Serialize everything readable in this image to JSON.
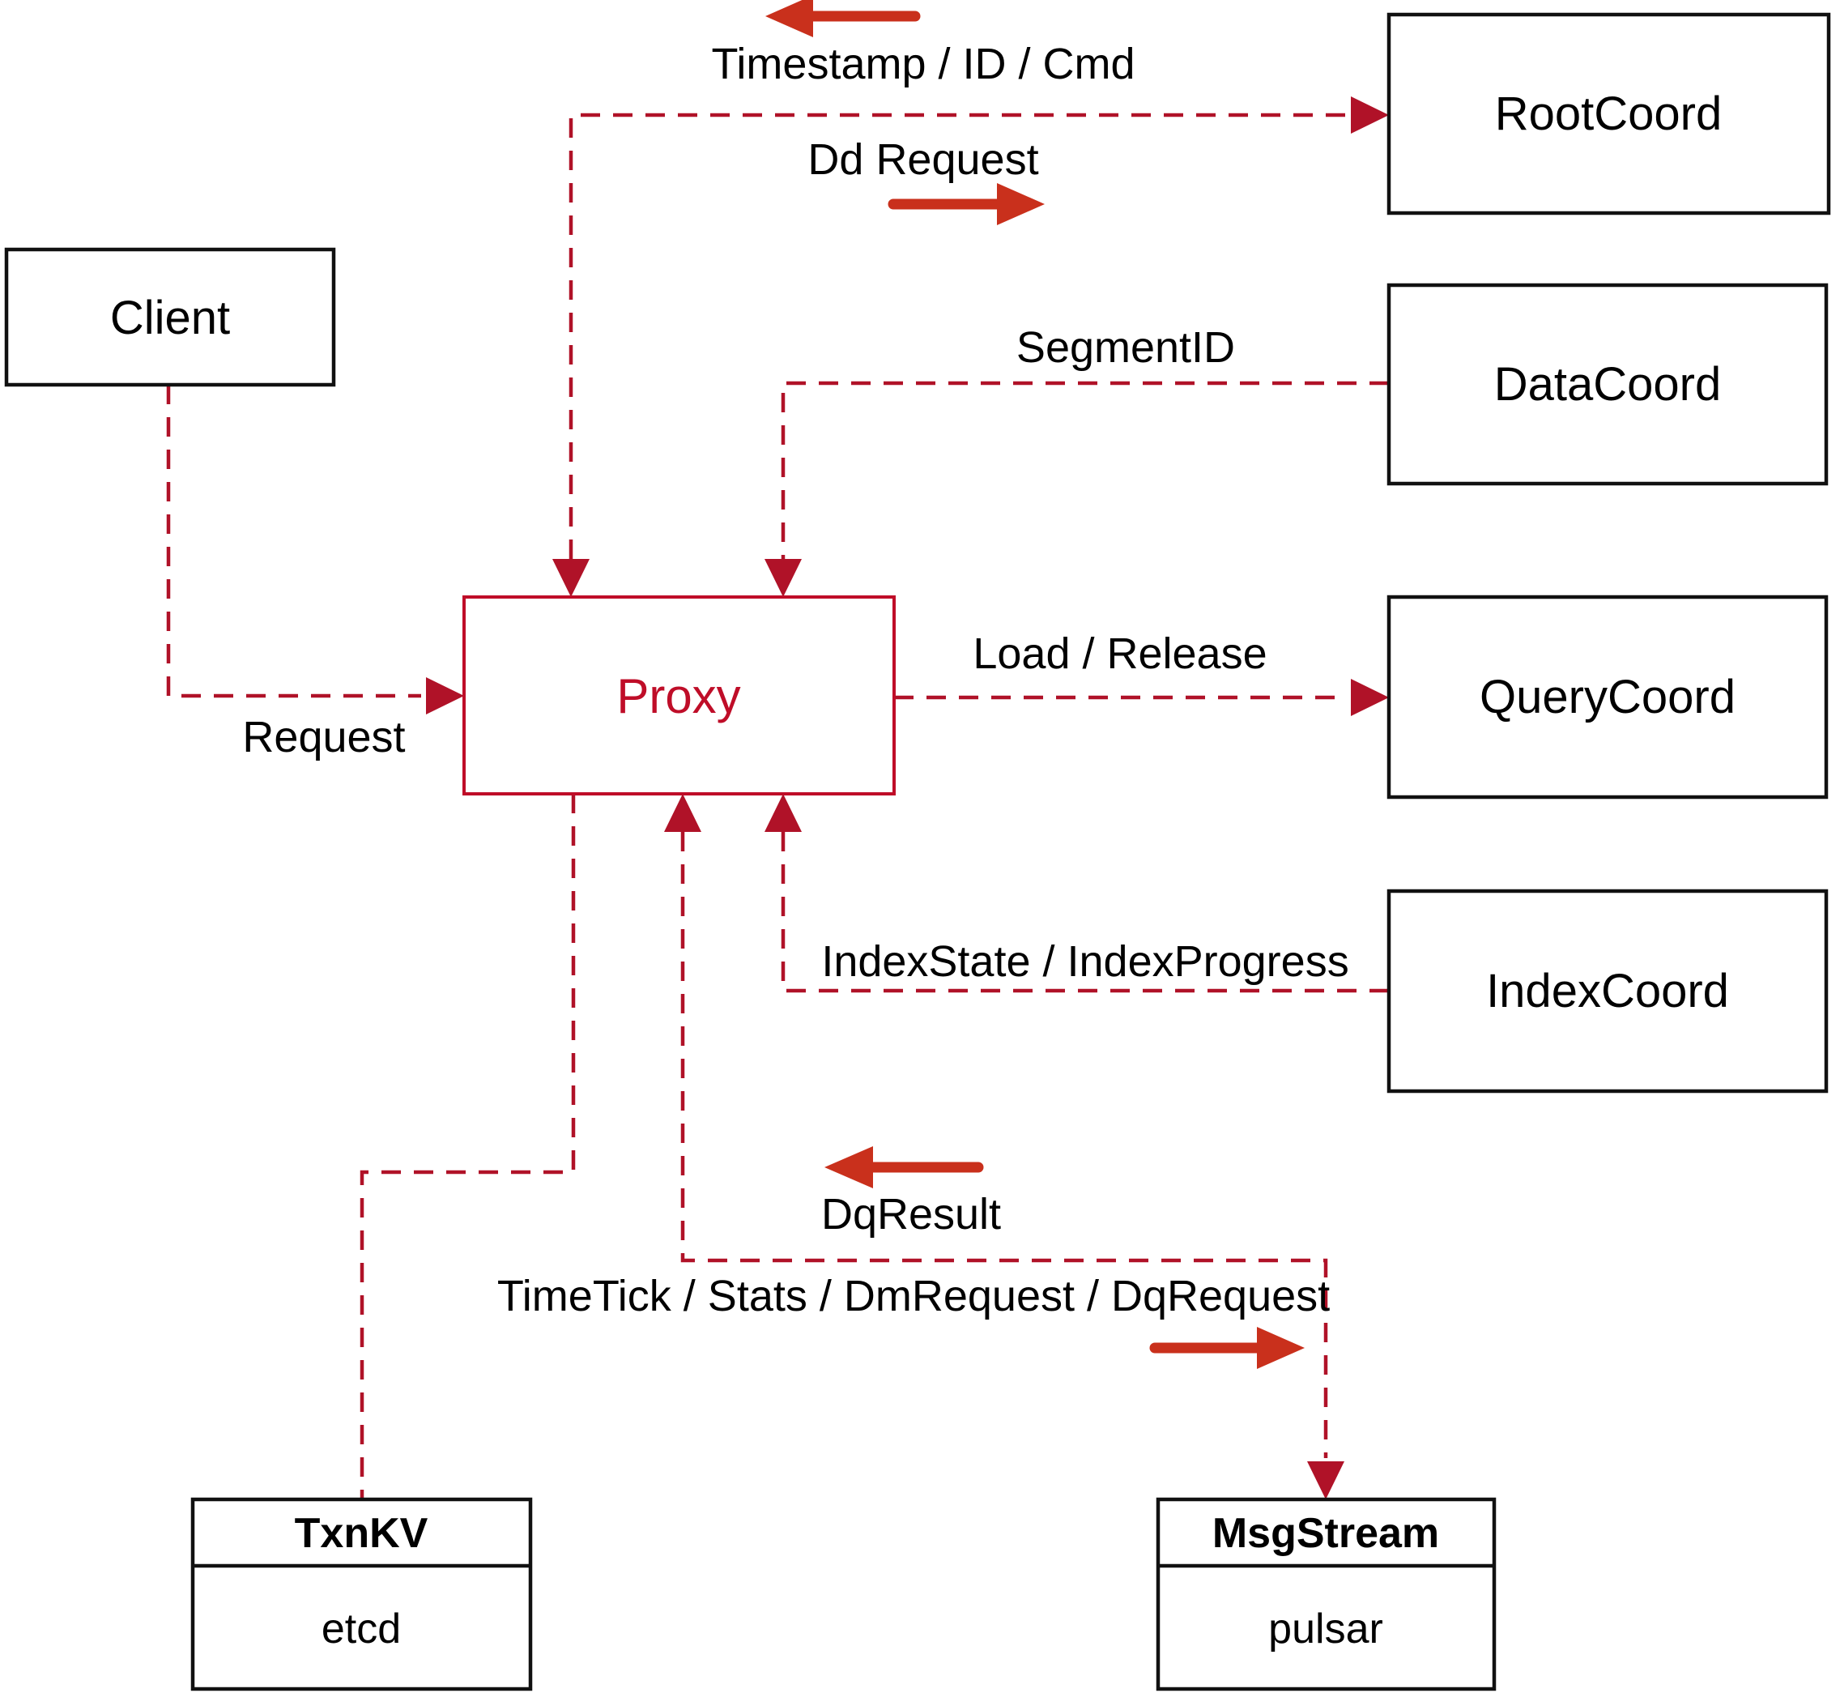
{
  "nodes": {
    "client": {
      "label": "Client"
    },
    "root_coord": {
      "label": "RootCoord"
    },
    "data_coord": {
      "label": "DataCoord"
    },
    "query_coord": {
      "label": "QueryCoord"
    },
    "index_coord": {
      "label": "IndexCoord"
    },
    "proxy": {
      "label": "Proxy"
    },
    "txnkv": {
      "title": "TxnKV",
      "subtitle": "etcd"
    },
    "msgstream": {
      "title": "MsgStream",
      "subtitle": "pulsar"
    }
  },
  "edge_labels": {
    "timestamp_id_cmd": "Timestamp / ID / Cmd",
    "dd_request": "Dd Request",
    "segment_id": "SegmentID",
    "load_release": "Load / Release",
    "index_state_progress": "IndexState / IndexProgress",
    "request": "Request",
    "dq_result": "DqResult",
    "timetick_stats": "TimeTick / Stats / DmRequest / DqRequest"
  },
  "colors": {
    "background": "#ffffff",
    "box_border": "#111111",
    "text": "#000000",
    "dashed_line": "#b01228",
    "solid_arrow": "#c9301c",
    "proxy_accent": "#bf0d28"
  }
}
